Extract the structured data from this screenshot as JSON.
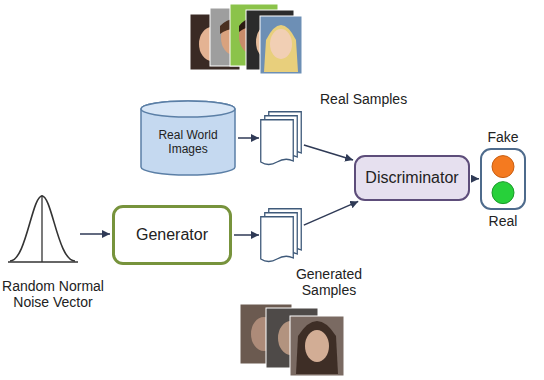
{
  "diagram": {
    "nodes": [
      {
        "text": [
          "Real World Images"
        ]
      },
      {
        "text": [
          "Real Samples"
        ]
      },
      {
        "text": [
          "Discriminator"
        ]
      },
      {
        "text": [
          "Fake",
          "Real"
        ]
      },
      {
        "text": [
          "Generator"
        ]
      },
      {
        "text": [
          "Generated Samples"
        ]
      }
    ],
    "edges": [
      {
        "from": 0,
        "to": 1,
        "arrow": "to"
      },
      {
        "from": 1,
        "to": 2,
        "arrow": "to"
      },
      {
        "from": 4,
        "to": 5,
        "arrow": "to"
      },
      {
        "from": 5,
        "to": 2,
        "arrow": "to"
      },
      {
        "from": 2,
        "to": 3,
        "arrow": "to"
      }
    ],
    "labels": [
      "Random Normal Noise Vector"
    ]
  }
}
